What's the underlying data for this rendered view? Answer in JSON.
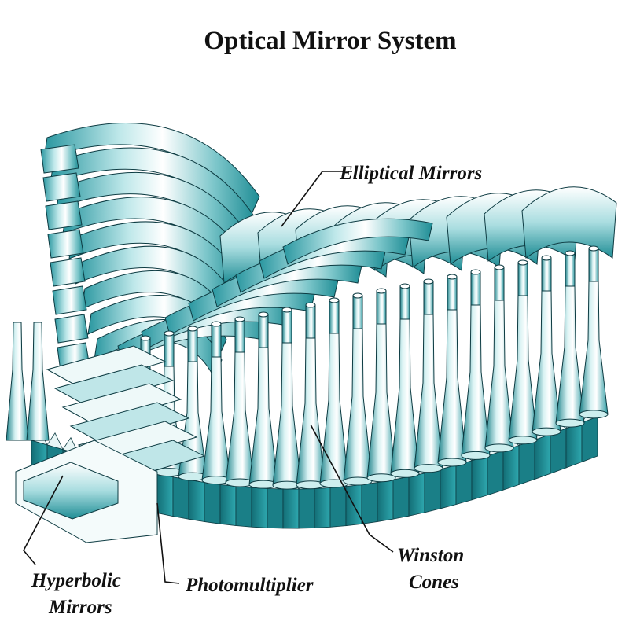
{
  "title": "Optical Mirror System",
  "labels": {
    "elliptical": "Elliptical Mirrors",
    "hyperbolic_line1": "Hyperbolic",
    "hyperbolic_line2": "Mirrors",
    "photomultiplier": "Photomultiplier",
    "winston_line1": "Winston",
    "winston_line2": "Cones"
  },
  "colors": {
    "mirror_light": "#e9f7f7",
    "mirror_mid": "#8fd0d2",
    "mirror_dark": "#1f8d95",
    "base_dark": "#136e76",
    "outline": "#0d3b42",
    "text": "#111111"
  }
}
